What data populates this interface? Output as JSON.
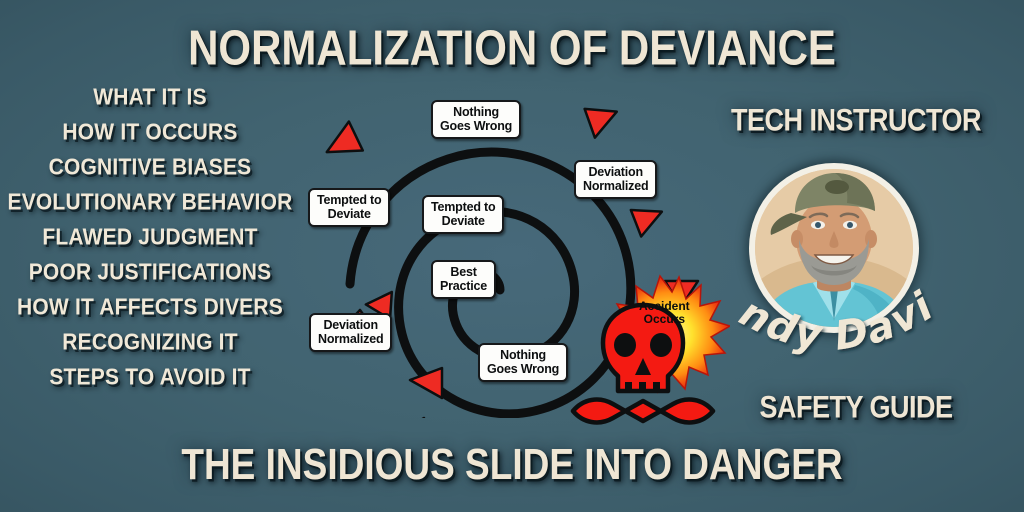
{
  "poster": {
    "title": "NORMALIZATION OF DEVIANCE",
    "footer": "THE INSIDIOUS SLIDE INTO DANGER",
    "background_color": "#41626f",
    "text_color": "#efe6d4"
  },
  "topics": [
    {
      "label": "WHAT IT IS"
    },
    {
      "label": "HOW IT OCCURS"
    },
    {
      "label": "COGNITIVE BIASES"
    },
    {
      "label": "EVOLUTIONARY BEHAVIOR"
    },
    {
      "label": "FLAWED JUDGMENT"
    },
    {
      "label": "POOR JUSTIFICATIONS"
    },
    {
      "label": "HOW IT AFFECTS DIVERS"
    },
    {
      "label": "RECOGNIZING IT"
    },
    {
      "label": "STEPS TO AVOID IT"
    }
  ],
  "presenter": {
    "role_top": "TECH INSTRUCTOR",
    "name": "Andy Davis",
    "role_bottom": "SAFETY GUIDE",
    "portrait_alt": "smiling bearded man wearing olive cap and teal polo shirt"
  },
  "diagram": {
    "type": "outward-spiral-cycle",
    "accent_color": "#ee2b23",
    "path_color": "#0d0f10",
    "nodes": [
      {
        "id": "best-practice",
        "line1": "Best",
        "line2": "Practice",
        "ring": 0
      },
      {
        "id": "tempted-inner",
        "line1": "Tempted to",
        "line2": "Deviate",
        "ring": 1
      },
      {
        "id": "nothing-wrong-inner",
        "line1": "Nothing",
        "line2": "Goes Wrong",
        "ring": 1
      },
      {
        "id": "deviation-normalized-inner",
        "line1": "Deviation",
        "line2": "Normalized",
        "ring": 1
      },
      {
        "id": "tempted-outer",
        "line1": "Tempted to",
        "line2": "Deviate",
        "ring": 2
      },
      {
        "id": "nothing-wrong-outer",
        "line1": "Nothing",
        "line2": "Goes Wrong",
        "ring": 2
      },
      {
        "id": "deviation-normalized-outer",
        "line1": "Deviation",
        "line2": "Normalized",
        "ring": 2
      }
    ],
    "outcome": {
      "id": "accident",
      "line1": "Accident",
      "line2": "Occurs",
      "burst_colors": [
        "#ffe22e",
        "#ff8c12",
        "#e8200f"
      ],
      "skull_color": "#f41a12"
    }
  }
}
